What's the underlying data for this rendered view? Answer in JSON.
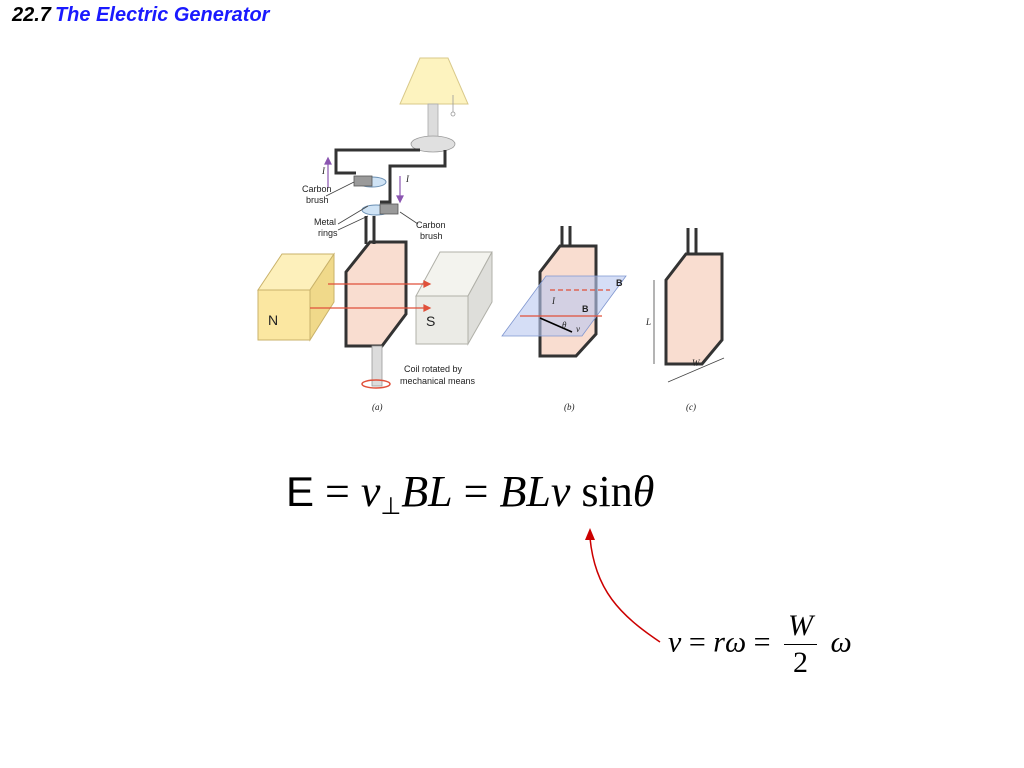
{
  "slide": {
    "section_number": "22.7",
    "section_title": "The Electric Generator"
  },
  "figure": {
    "labels": {
      "carbon_brush_1": [
        "Carbon",
        "brush"
      ],
      "carbon_brush_2": [
        "Carbon",
        "brush"
      ],
      "metal_rings": [
        "Metal",
        "rings"
      ],
      "north": "N",
      "south": "S",
      "coil_rotated": [
        "Coil rotated by",
        "mechanical means"
      ],
      "current": "I",
      "b_field": "B",
      "theta": "θ",
      "v": "v",
      "length": "L",
      "width": "W"
    },
    "captions": {
      "a": "(a)",
      "b": "(b)",
      "c": "(c)"
    }
  },
  "equations": {
    "emf_symbol": "E",
    "eq": "=",
    "v": "v",
    "perp": "⊥",
    "BL": "BL",
    "BLv": "BLv",
    "sin": "sin",
    "theta": "θ",
    "r": "r",
    "omega": "ω",
    "W": "W",
    "two": "2"
  },
  "colors": {
    "title_blue": "#1a1aff",
    "arrow_red": "#cc0000",
    "coil_fill": "#f9ddd0",
    "magnet_yellow": "#fbe7a1",
    "magnet_gray": "#ebebe6",
    "plane_blue": "#b9c8f0"
  }
}
